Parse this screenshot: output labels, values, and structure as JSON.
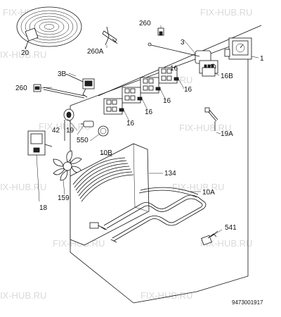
{
  "diagram": {
    "labels": {
      "l1": "1",
      "l3": "3",
      "l3b": "3B",
      "l10a": "10A",
      "l10b": "10B",
      "l16a": "16",
      "l16b": "16",
      "l16c": "16",
      "l16d": "16",
      "l16e": "16B",
      "l16f": "16",
      "l18": "18",
      "l19": "19",
      "l19a": "19A",
      "l20": "20",
      "l42": "42",
      "l134": "134",
      "l159": "159",
      "l260a": "260",
      "l260b": "260",
      "l260c": "260A",
      "l541": "541",
      "l550": "550"
    },
    "code": "9473001917"
  },
  "watermarks": {
    "text": "FIX-HUB.RU"
  }
}
